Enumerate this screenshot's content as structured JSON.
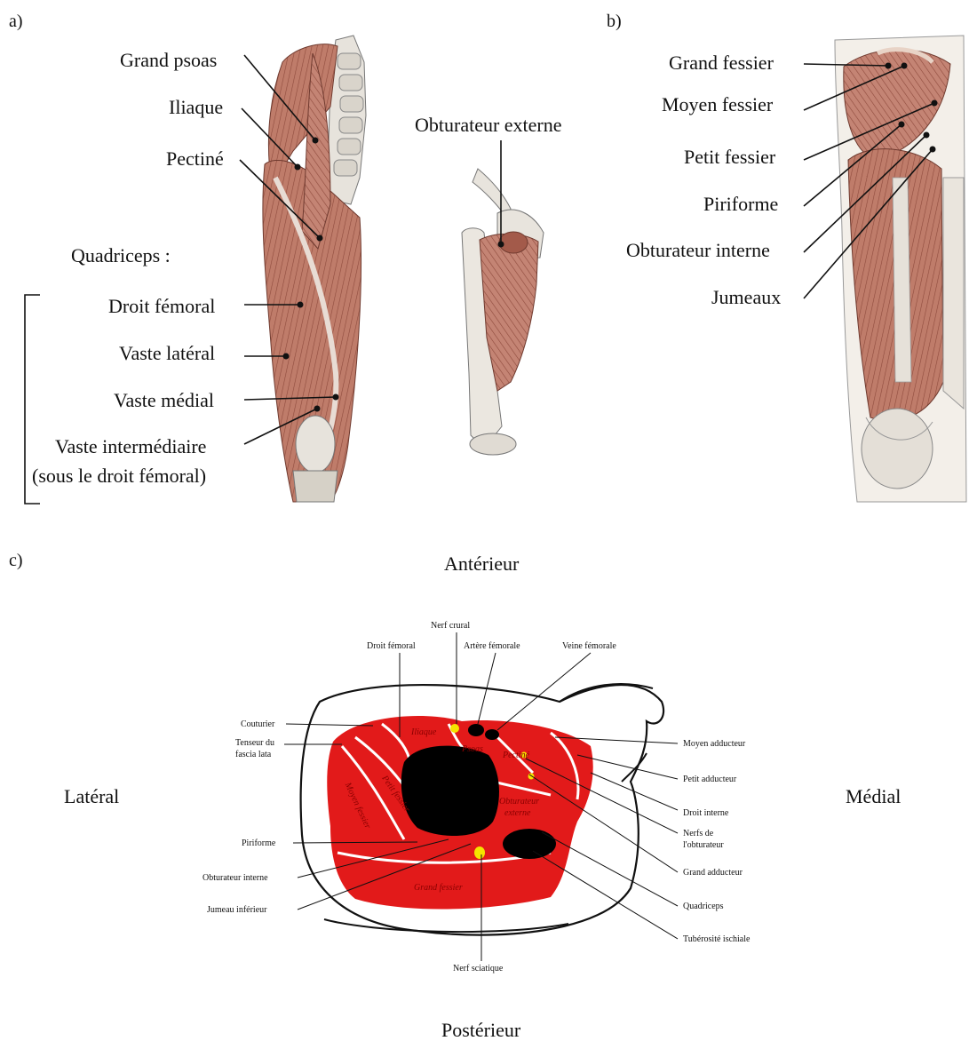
{
  "panels": {
    "a": "a)",
    "b": "b)",
    "c": "c)"
  },
  "panel_a": {
    "labels": {
      "grand_psoas": "Grand psoas",
      "iliaque": "Iliaque",
      "pectine": "Pectiné",
      "quadriceps": "Quadriceps :",
      "droit_femoral": "Droit fémoral",
      "vaste_lateral": "Vaste latéral",
      "vaste_medial": "Vaste médial",
      "vaste_intermediaire": "Vaste intermédiaire",
      "vaste_intermediaire_note": "(sous le droit fémoral)",
      "obturateur_externe": "Obturateur externe"
    }
  },
  "panel_b": {
    "labels": {
      "grand_fessier": "Grand fessier",
      "moyen_fessier": "Moyen fessier",
      "petit_fessier": "Petit fessier",
      "piriforme": "Piriforme",
      "obturateur_interne": "Obturateur interne",
      "jumeaux": "Jumeaux"
    }
  },
  "panel_c": {
    "orientation": {
      "anterieur": "Antérieur",
      "posterieur": "Postérieur",
      "lateral": "Latéral",
      "medial": "Médial"
    },
    "labels": {
      "nerf_crural": "Nerf crural",
      "droit_femoral": "Droit fémoral",
      "artere_femorale": "Artère fémorale",
      "veine_femorale": "Veine fémorale",
      "couturier": "Couturier",
      "tenseur_1": "Tenseur du",
      "tenseur_2": "fascia lata",
      "piriforme": "Piriforme",
      "obturateur_interne": "Obturateur interne",
      "jumeau_inferieur": "Jumeau inférieur",
      "moyen_adducteur": "Moyen adducteur",
      "petit_adducteur": "Petit adducteur",
      "droit_interne": "Droit interne",
      "nerfs_obturateur_1": "Nerfs de",
      "nerfs_obturateur_2": "l'obturateur",
      "grand_adducteur": "Grand adducteur",
      "quadriceps": "Quadriceps",
      "tuberosite": "Tubérosité ischiale",
      "nerf_sciatique": "Nerf sciatique"
    },
    "inner_labels": {
      "iliaque": "Iliaque",
      "psoas": "Psoas",
      "pectine": "Pectiné",
      "moyen_fessier": "Moyen fessier",
      "petit_fessier": "Petit fessier",
      "obturateur_externe_1": "Obturateur",
      "obturateur_externe_2": "externe",
      "grand_fessier": "Grand fessier"
    }
  },
  "colors": {
    "muscle_red": "#e21a1a",
    "bone_black": "#000000",
    "nerve_yellow": "#f5e400",
    "illustration_muscle": "#b46c5c"
  }
}
